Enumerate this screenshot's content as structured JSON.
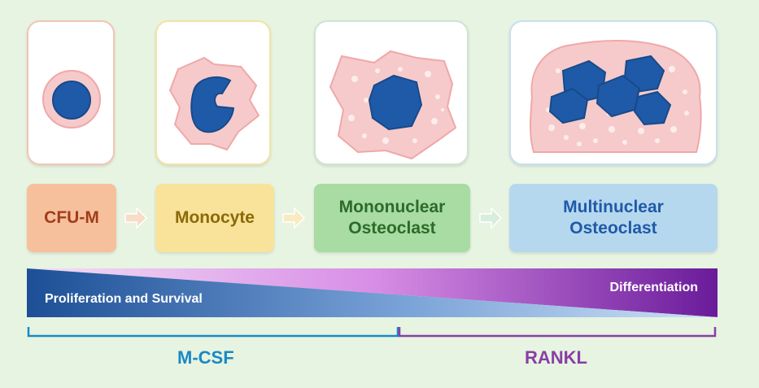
{
  "colors": {
    "background": "#e6f4e1",
    "nucleus": "#1f5aa8",
    "cytoplasm": "#f6caca",
    "cfu_fill": "#f7c09d",
    "cfu_text": "#a03d1a",
    "monocyte_fill": "#f9e29a",
    "monocyte_text": "#8a6a08",
    "mono_osteo_fill": "#a8dca2",
    "mono_osteo_text": "#2c6b2a",
    "multi_osteo_fill": "#b6d8ef",
    "multi_osteo_text": "#1f5aa8",
    "mcsf": "#1b88c4",
    "rankl": "#8a3da6"
  },
  "stages": [
    {
      "label": "CFU-M"
    },
    {
      "label": "Monocyte"
    },
    {
      "label": "Mononuclear\nOsteoclast"
    },
    {
      "label": "Multinuclear\nOsteoclast"
    }
  ],
  "gradient": {
    "left_text": "Proliferation and Survival",
    "right_text": "Differentiation"
  },
  "brackets": {
    "left_label": "M-CSF",
    "right_label": "RANKL"
  }
}
